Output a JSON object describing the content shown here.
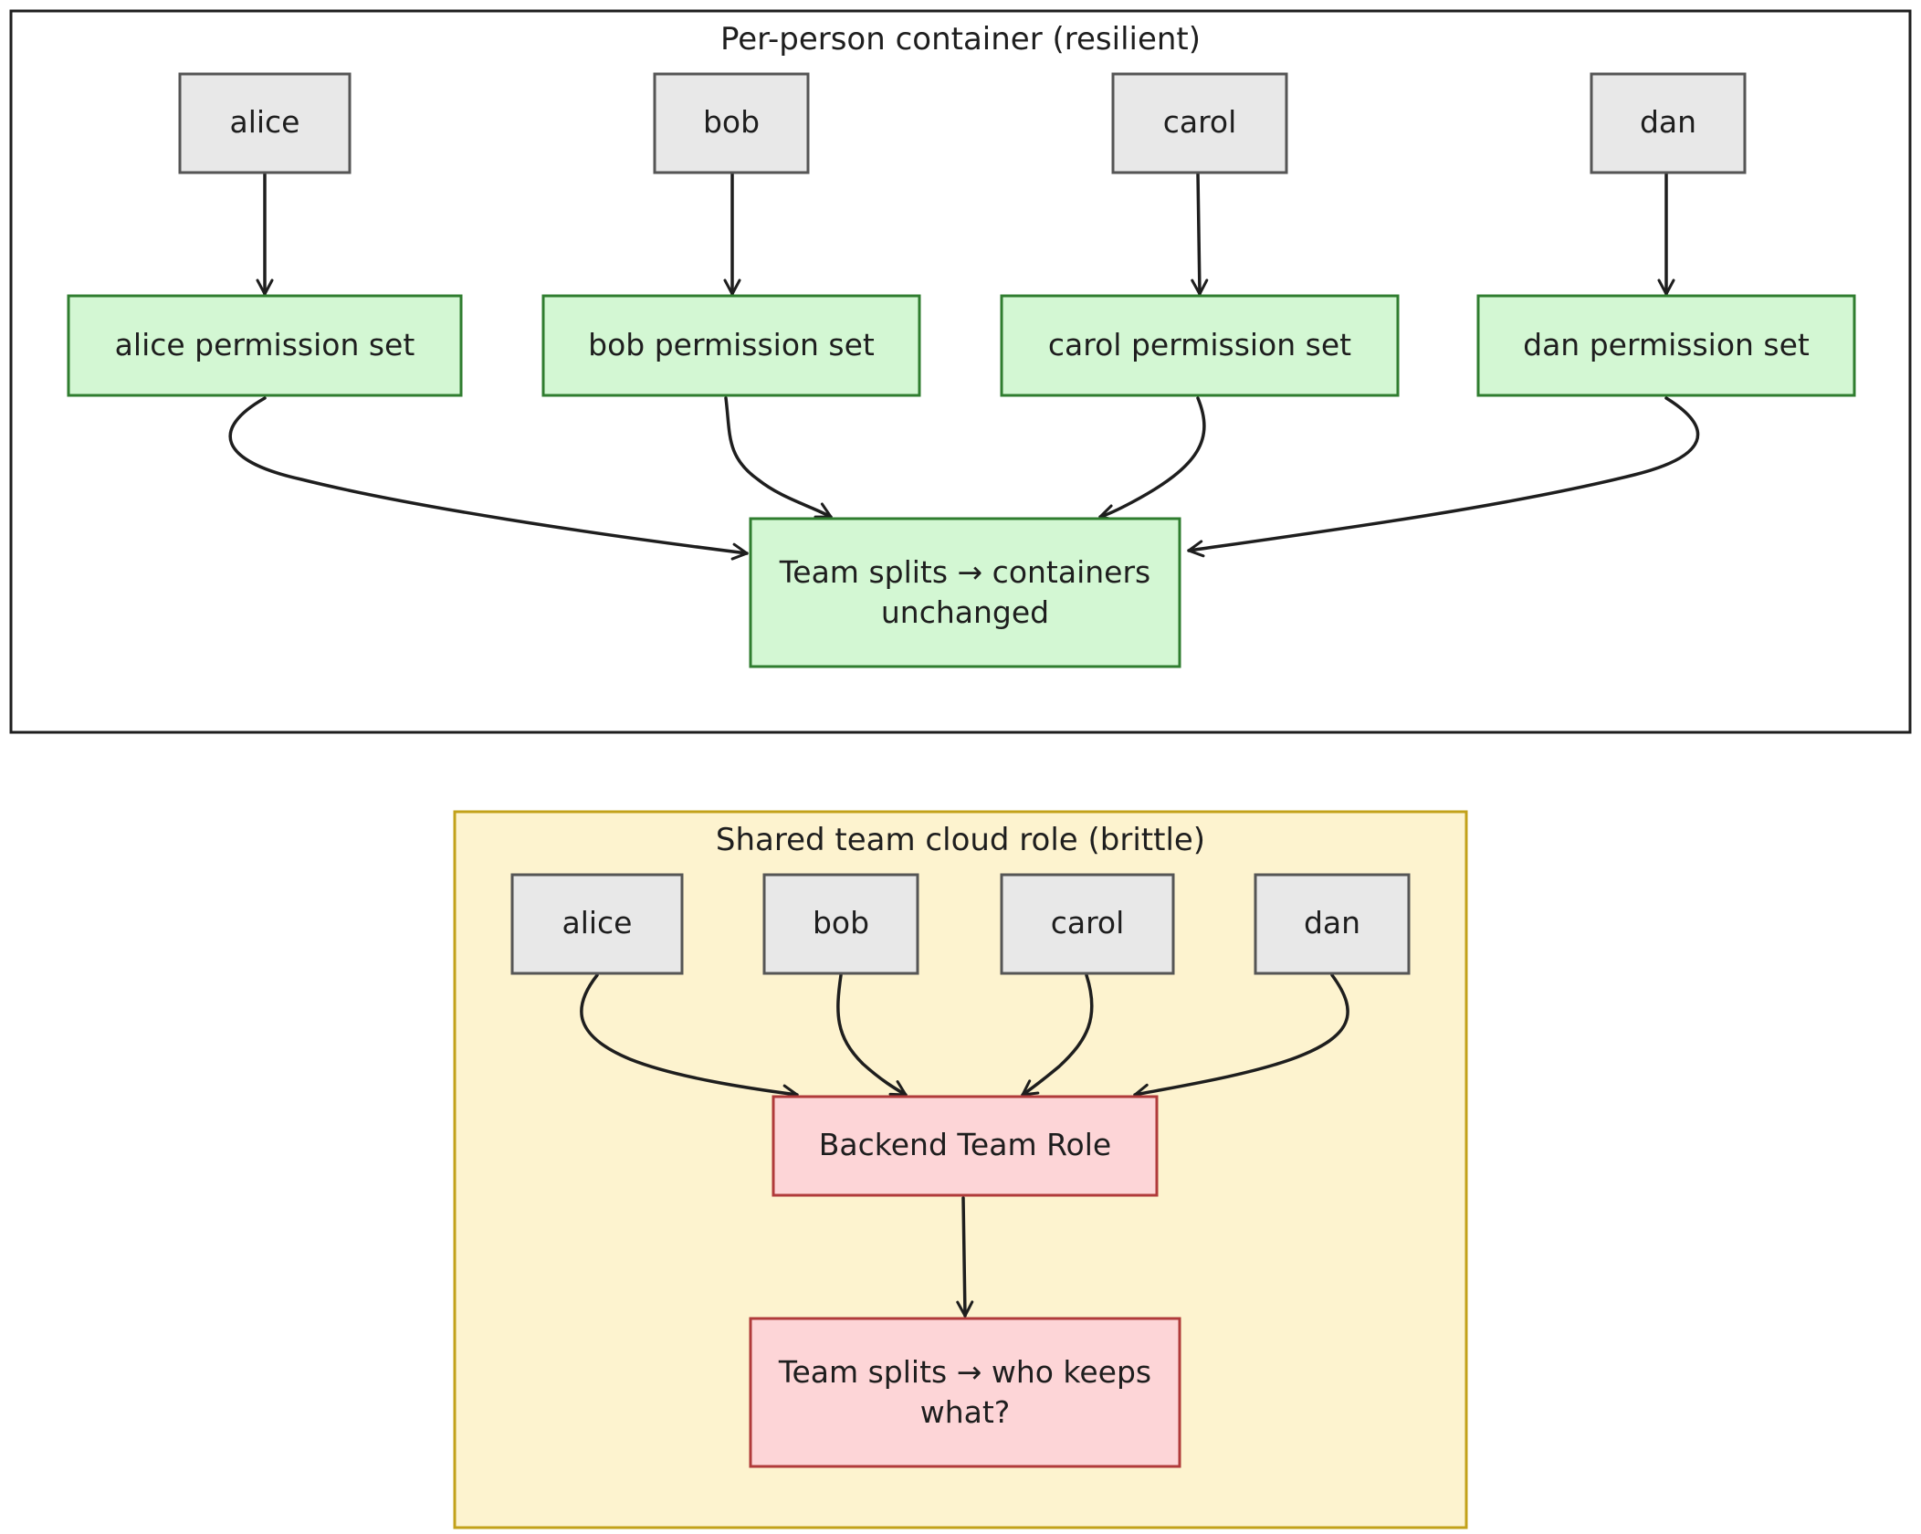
{
  "colors": {
    "person_fill": "#e8e8e8",
    "person_stroke": "#555555",
    "good_fill": "#d3f7d3",
    "good_stroke": "#2f7d2f",
    "bad_fill": "#fdd5d7",
    "bad_stroke": "#b03a3a",
    "resilient_group_fill": "#ffffff",
    "resilient_group_stroke": "#1e1e1e",
    "brittle_group_fill": "#fdf3cf",
    "brittle_group_stroke": "#c2a11a",
    "edge": "#1e1e1e"
  },
  "groups": {
    "resilient": {
      "title": "Per-person container (resilient)",
      "people": [
        {
          "id": "alice",
          "label": "alice"
        },
        {
          "id": "bob",
          "label": "bob"
        },
        {
          "id": "carol",
          "label": "carol"
        },
        {
          "id": "dan",
          "label": "dan"
        }
      ],
      "permission_sets": [
        {
          "id": "alice",
          "label": "alice permission set"
        },
        {
          "id": "bob",
          "label": "bob permission set"
        },
        {
          "id": "carol",
          "label": "carol permission set"
        },
        {
          "id": "dan",
          "label": "dan permission set"
        }
      ],
      "outcome": {
        "lines": [
          "Team splits → containers",
          "unchanged"
        ]
      }
    },
    "brittle": {
      "title": "Shared team cloud role (brittle)",
      "people": [
        {
          "id": "alice",
          "label": "alice"
        },
        {
          "id": "bob",
          "label": "bob"
        },
        {
          "id": "carol",
          "label": "carol"
        },
        {
          "id": "dan",
          "label": "dan"
        }
      ],
      "role": {
        "label": "Backend Team Role"
      },
      "outcome": {
        "lines": [
          "Team splits → who keeps",
          "what?"
        ]
      }
    }
  }
}
